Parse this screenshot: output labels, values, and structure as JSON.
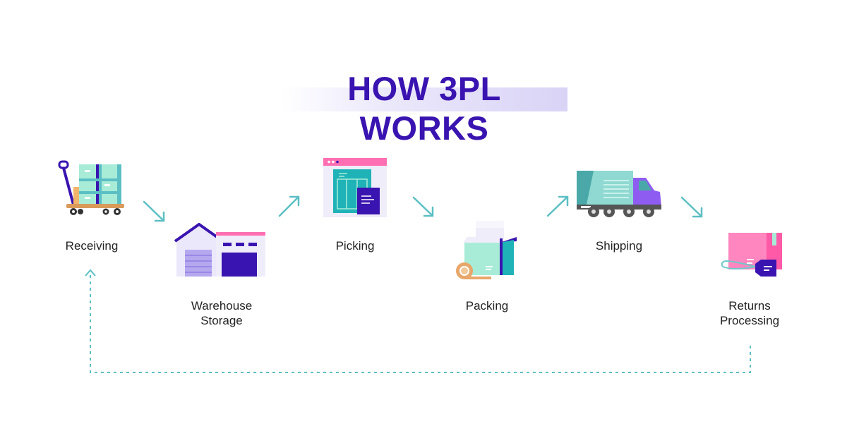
{
  "title": "HOW 3PL WORKS",
  "colors": {
    "title": "#3a14b0",
    "accent_teal": "#5bbfc4",
    "accent_purple": "#3a14b0",
    "accent_pink": "#ff6fb1",
    "accent_lavender": "#b6a8ef"
  },
  "steps": [
    {
      "label": "Receiving",
      "icon": "pallet-jack-icon"
    },
    {
      "label": "Warehouse Storage",
      "label_lines": [
        "Warehouse",
        "Storage"
      ],
      "icon": "warehouse-icon"
    },
    {
      "label": "Picking",
      "icon": "picking-window-icon"
    },
    {
      "label": "Packing",
      "icon": "open-box-tape-icon"
    },
    {
      "label": "Shipping",
      "icon": "delivery-truck-icon"
    },
    {
      "label": "Returns Processing",
      "label_lines": [
        "Returns",
        "Processing"
      ],
      "icon": "return-package-icon"
    }
  ]
}
